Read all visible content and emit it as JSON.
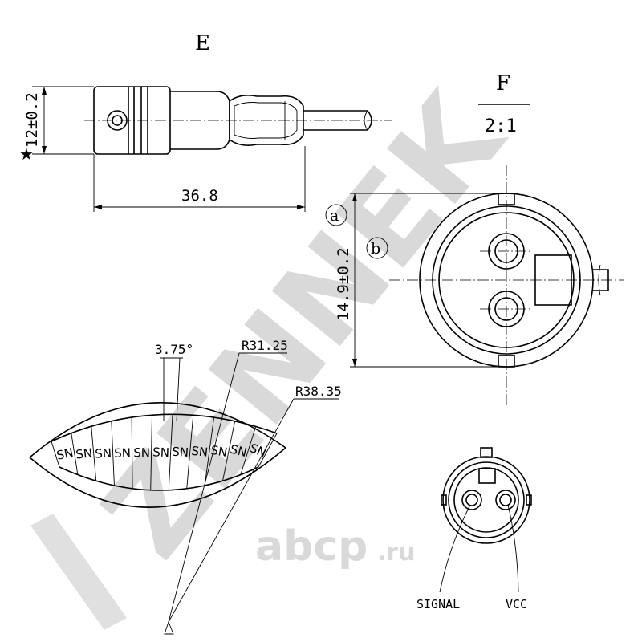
{
  "views": {
    "side": {
      "label": "E"
    },
    "end": {
      "label": "F",
      "scale": "2:1"
    }
  },
  "dimensions": {
    "diameter_12": "12±0.2",
    "length": "36.8",
    "diameter_149": "14.9±0.2",
    "angle": "3.75°",
    "inner_radius": "R31.25",
    "outer_radius": "R38.35"
  },
  "markers": {
    "a": "a",
    "b": "b",
    "star": "★"
  },
  "pole_label": "SN",
  "pole_count": 11,
  "pins": {
    "signal": "SIGNAL",
    "vcc": "VCC"
  },
  "watermark": {
    "brand": "ZENNEK",
    "site": "abcp",
    "tld": ".ru"
  },
  "colors": {
    "ink": "#000000",
    "watermark": "#d9d9d9",
    "watermark_light": "#e6e6e6"
  }
}
